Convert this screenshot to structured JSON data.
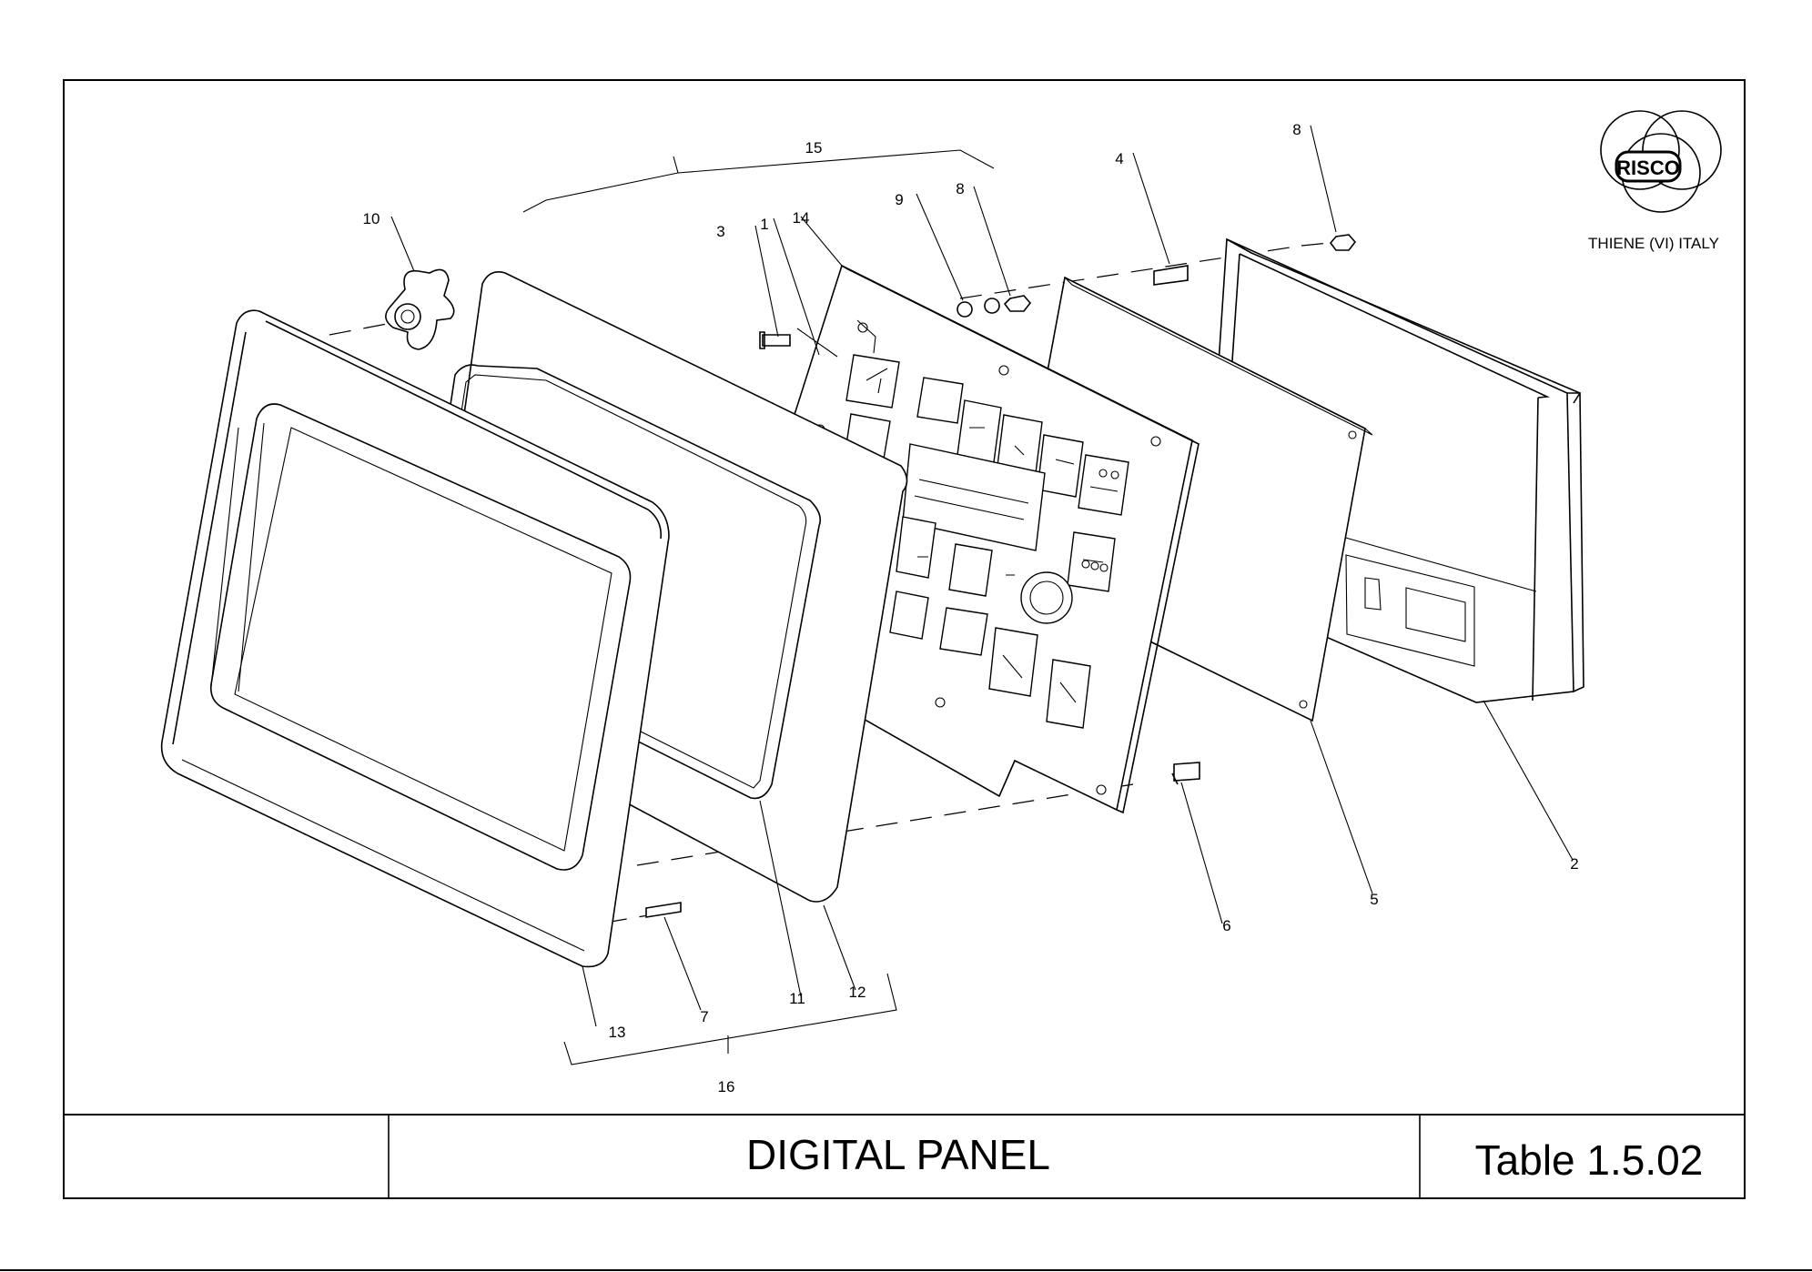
{
  "logo": {
    "text": "RISCO",
    "location": "THIENE (VI) ITALY"
  },
  "title_block": {
    "title": "DIGITAL PANEL",
    "table": "Table 1.5.02"
  },
  "part_labels": [
    "1",
    "2",
    "3",
    "4",
    "5",
    "6",
    "7",
    "8",
    "8",
    "9",
    "10",
    "11",
    "12",
    "13",
    "14",
    "15",
    "16"
  ]
}
